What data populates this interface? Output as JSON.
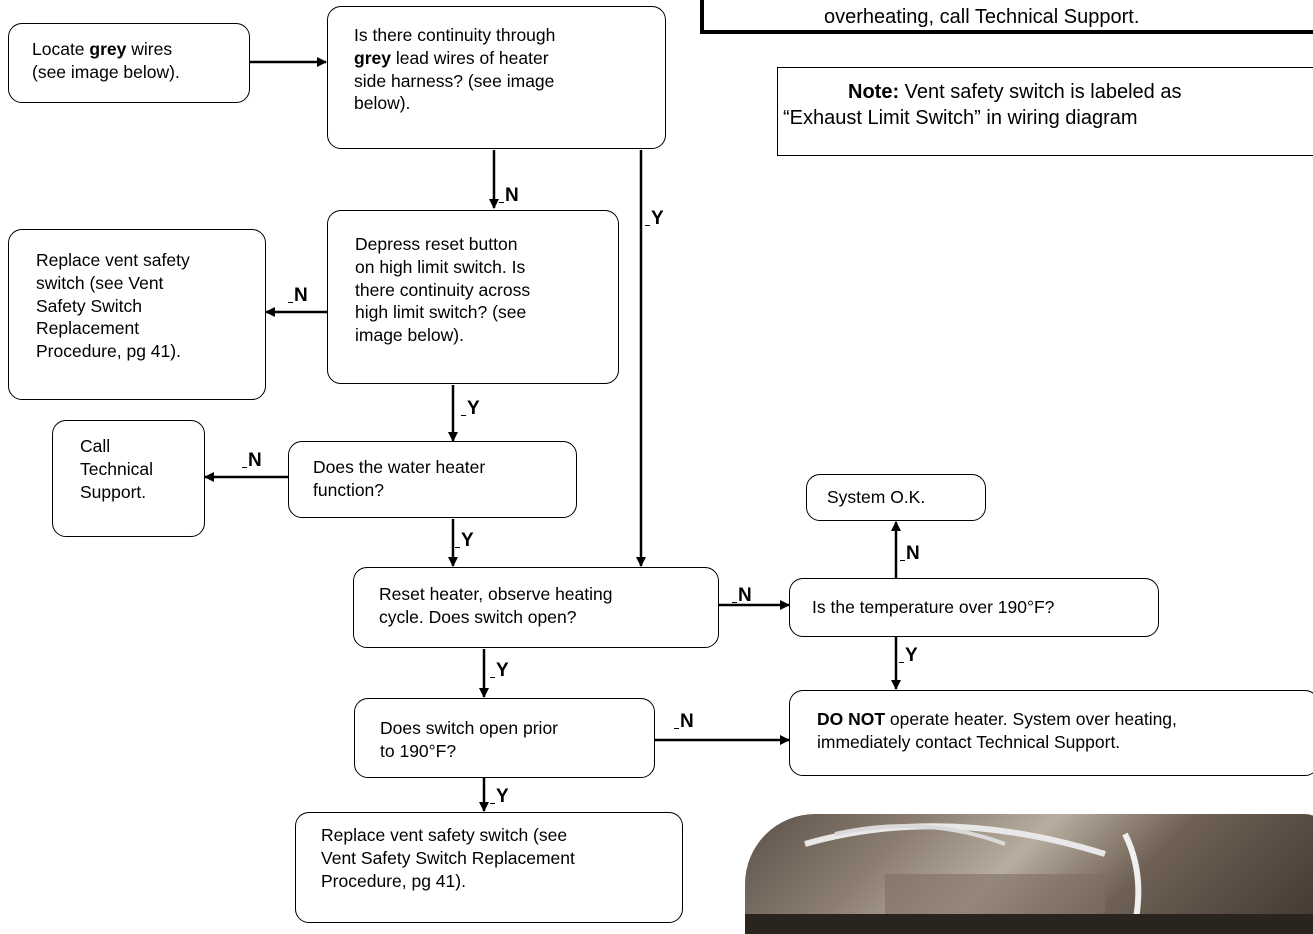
{
  "warning_text": "overheating, call Technical Support.",
  "note": {
    "prefix": "Note:",
    "text1": " Vent safety switch is labeled as",
    "text2": "“Exhaust Limit Switch” in wiring diagram"
  },
  "boxes": {
    "locate_bold": "grey",
    "locate_pre": "Locate ",
    "locate_post": " wires",
    "locate_line2": "(see image below).",
    "continuity_l1": "Is there continuity through",
    "continuity_bold": "grey",
    "continuity_l2": " lead wires of heater",
    "continuity_l3": "side harness? (see image",
    "continuity_l4": "below).",
    "depress_l1": "Depress reset button",
    "depress_l2": "on high limit switch. Is",
    "depress_l3": "there continuity across",
    "depress_l4": "high limit switch? (see",
    "depress_l5": "image below).",
    "replace_vent_l1": "Replace vent safety",
    "replace_vent_l2": "switch (see Vent",
    "replace_vent_l3": "Safety Switch",
    "replace_vent_l4": "Replacement",
    "replace_vent_l5": "Procedure, pg 41).",
    "call_l1": "Call",
    "call_l2": "Technical",
    "call_l3": "Support.",
    "function_l1": "Does the water heater",
    "function_l2": "function?",
    "reset_l1": "Reset heater, observe heating",
    "reset_l2": "cycle. Does switch open?",
    "system_ok": "System O.K.",
    "temp": "Is the temperature over 190°F?",
    "prior_l1": "Does switch open prior",
    "prior_l2": "to 190°F?",
    "donot_bold": "DO NOT",
    "donot_l1": " operate heater. System over heating,",
    "donot_l2": "immediately contact Technical Support.",
    "final_l1": "Replace vent safety switch (see",
    "final_l2": "Vent Safety Switch Replacement",
    "final_l3": "Procedure, pg 41)."
  },
  "labels": {
    "n1": "N",
    "y1": "Y",
    "n2": "N",
    "y2": "Y",
    "n3": "N",
    "y3": "Y",
    "n4": "N",
    "y4": "Y",
    "n5": "N",
    "y5": "Y",
    "n6": "N"
  }
}
